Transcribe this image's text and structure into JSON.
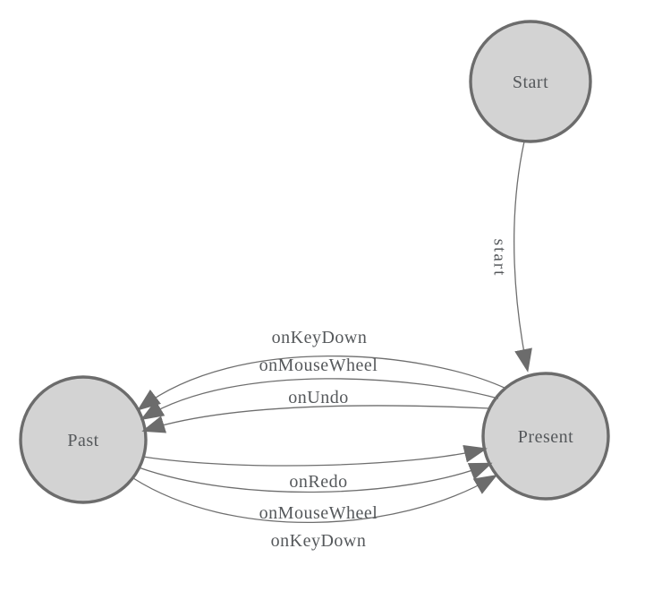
{
  "diagram": {
    "type": "state-machine",
    "colors": {
      "background": "#ffffff",
      "node_fill": "#d3d3d3",
      "node_border": "#6c6c6c",
      "edge_color": "#6e6e6e",
      "arrow_color": "#6c6c6c",
      "label_color": "#55585b"
    },
    "nodes": [
      {
        "id": "start",
        "label": "Start"
      },
      {
        "id": "present",
        "label": "Present"
      },
      {
        "id": "past",
        "label": "Past"
      }
    ],
    "edges": [
      {
        "from": "start",
        "to": "present",
        "label": "start"
      },
      {
        "from": "present",
        "to": "past",
        "label": "onKeyDown"
      },
      {
        "from": "present",
        "to": "past",
        "label": "onMouseWheel"
      },
      {
        "from": "present",
        "to": "past",
        "label": "onUndo"
      },
      {
        "from": "past",
        "to": "present",
        "label": "onRedo"
      },
      {
        "from": "past",
        "to": "present",
        "label": "onMouseWheel"
      },
      {
        "from": "past",
        "to": "present",
        "label": "onKeyDown"
      }
    ]
  }
}
